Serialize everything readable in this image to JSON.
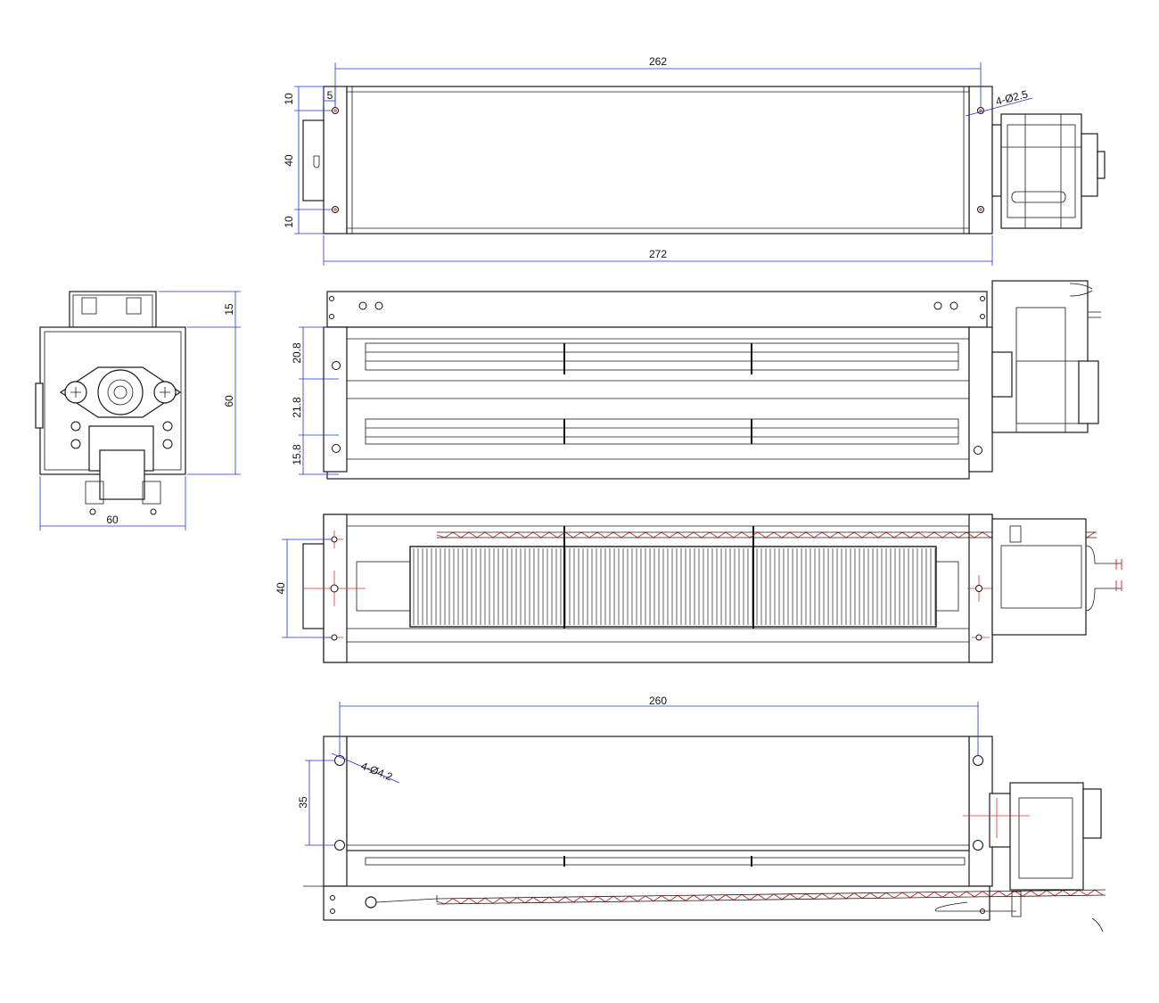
{
  "dimensions": {
    "top_view": {
      "length_inner": "262",
      "length_outer": "272",
      "offset_edge": "5",
      "margin_top": "10",
      "hole_pitch": "40",
      "margin_bottom": "10",
      "hole_note": "4-Ø2.5"
    },
    "end_view": {
      "bracket_height": "15",
      "body_height": "60",
      "body_width": "60"
    },
    "front_view": {
      "row_1": "20.8",
      "row_2": "21.8",
      "row_3": "15.8"
    },
    "section_view": {
      "hole_pitch": "40"
    },
    "bottom_view": {
      "length": "260",
      "hole_pitch": "35",
      "hole_note": "4-Ø4.2"
    }
  },
  "colors": {
    "dimension_line": "#2233cc",
    "center_line": "#e03030",
    "outline": "#1a1a1a"
  }
}
